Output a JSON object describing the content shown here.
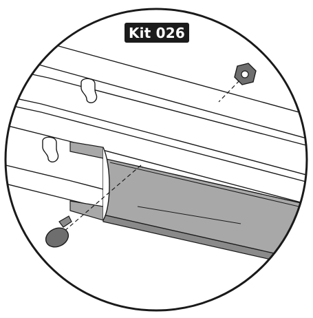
{
  "badge": {
    "label": "Kit 026"
  },
  "colors": {
    "outline": "#1a1a1a",
    "bracket_fill": "#a8a8a8",
    "bracket_dark": "#8a8a8a",
    "fastener_fill": "#6e6e6e",
    "badge_background": "#1b1b1b",
    "badge_text": "#ffffff"
  },
  "parts": [
    {
      "name": "rail-profile",
      "icon": "rail-icon"
    },
    {
      "name": "sleeve-bracket",
      "icon": "bracket-icon"
    },
    {
      "name": "hex-nut",
      "icon": "hex-nut-icon"
    },
    {
      "name": "screw",
      "icon": "screw-icon"
    }
  ]
}
